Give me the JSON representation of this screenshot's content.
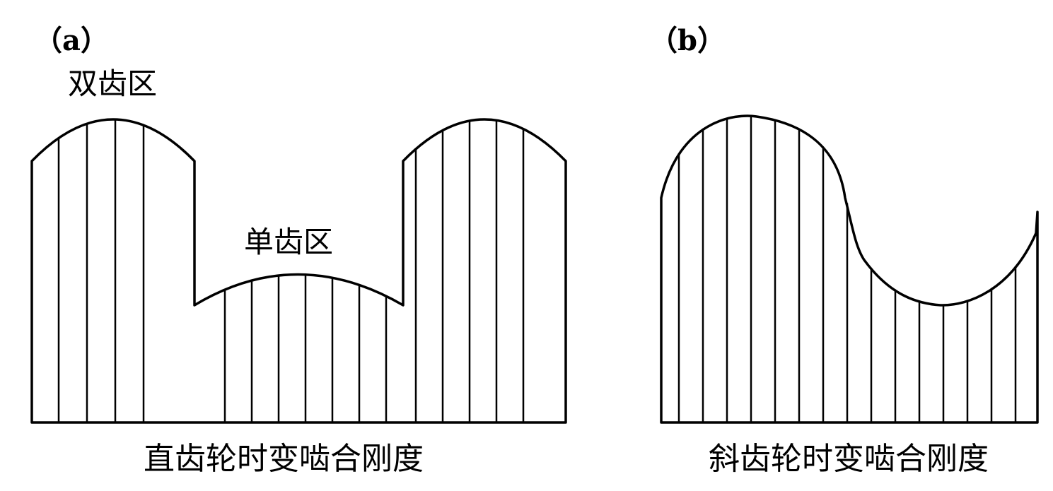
{
  "panel_a": {
    "label": "（a）",
    "double_tooth_region": "双齿区",
    "single_tooth_region": "单齿区",
    "caption": "直齿轮时变啮合刚度"
  },
  "panel_b": {
    "label": "（b）",
    "caption": "斜齿轮时变啮合刚度"
  },
  "colors": {
    "stroke": "#000000",
    "background": "#ffffff"
  }
}
